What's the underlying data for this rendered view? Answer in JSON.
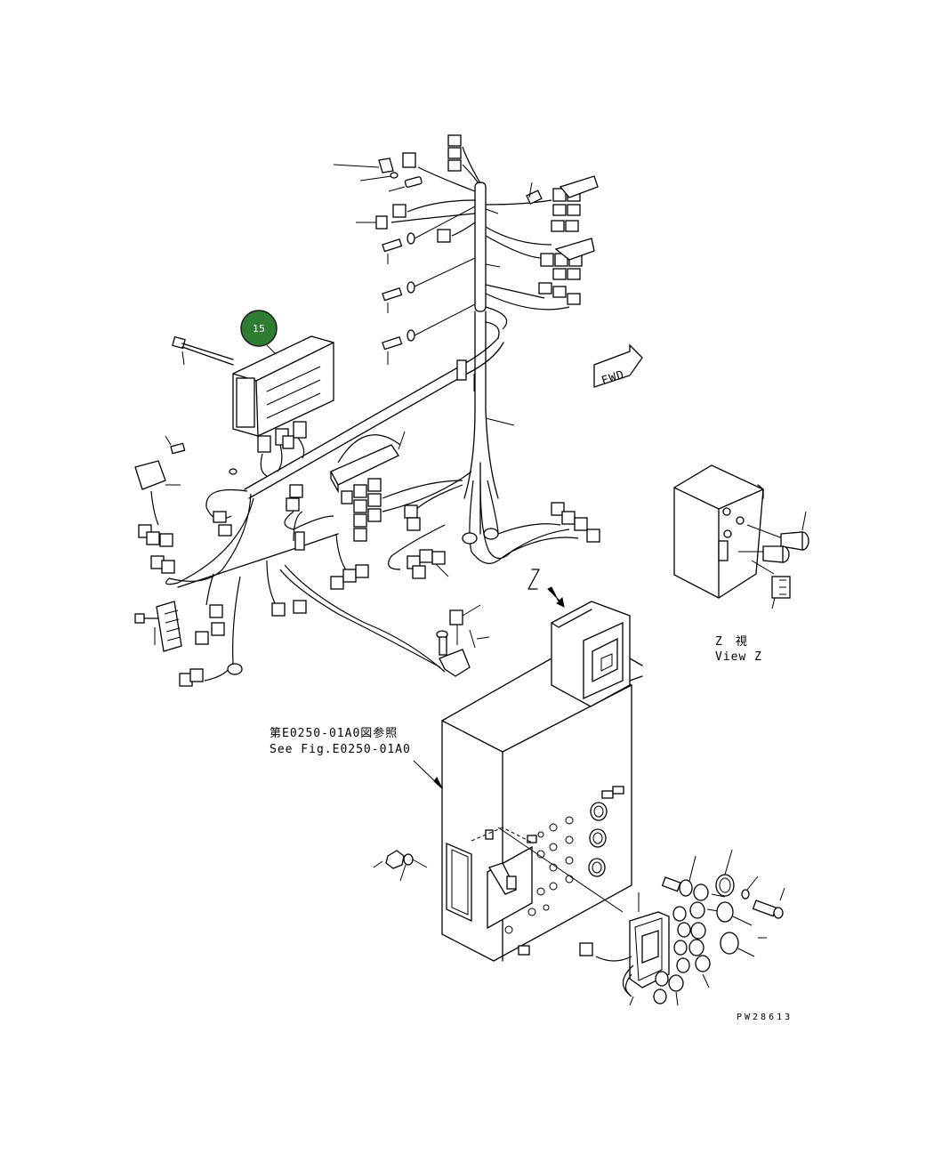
{
  "callout": {
    "number": "15",
    "color": "#2e7d32"
  },
  "fwd_sign": {
    "text": "FWD"
  },
  "view_z": {
    "letter": "Z",
    "label_jp": "Z　視",
    "label_en": "View Z"
  },
  "reference": {
    "label_jp": "第E0250-01A0図参照",
    "label_en": "See Fig.E0250-01A0"
  },
  "drawing_code": "PW28613"
}
